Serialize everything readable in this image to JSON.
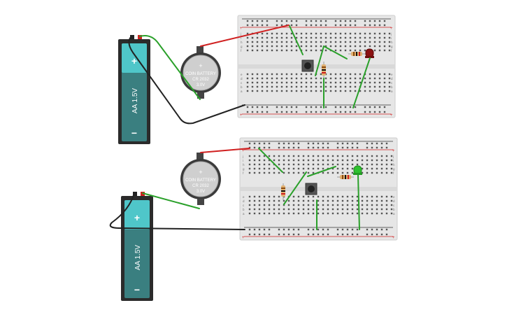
{
  "aa_battery": {
    "plus": "+",
    "label": "AA 1.5V",
    "minus": "−"
  },
  "coin_battery": {
    "plus": "+",
    "line1": "COIN BATTERY",
    "line2": "CR 2032",
    "line3": "3.0V"
  },
  "breadboard": {
    "row_letters": [
      "a",
      "b",
      "c",
      "d",
      "e",
      "f",
      "g",
      "h",
      "i",
      "j"
    ],
    "rail_plus": "+",
    "rail_minus": "−"
  },
  "colors": {
    "wire_red": "#d02020",
    "wire_green": "#2aa02a",
    "wire_black": "#222222",
    "battery_body": "#3a7f80",
    "battery_cap": "#4fc6c9",
    "led_top": "#8b1111",
    "led_bottom": "#2fc12f",
    "breadboard": "#e6e6e6"
  }
}
